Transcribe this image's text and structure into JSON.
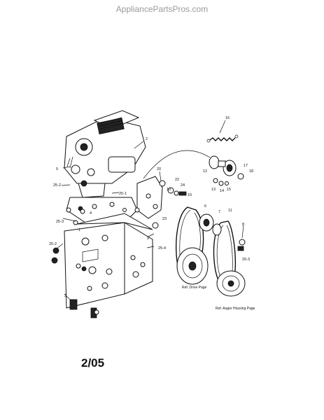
{
  "watermark": "AppliancePartsPros.com",
  "date_code": "2/05",
  "references": {
    "drive": "Ref. Drive Page",
    "auger": "Ref. Auger Housing Page"
  },
  "callouts": [
    "16",
    "2",
    "5",
    "20",
    "12",
    "17",
    "18",
    "22",
    "24",
    "13",
    "14",
    "15",
    "25-2",
    "19",
    "25-1",
    "10",
    "4",
    "6",
    "7",
    "11",
    "25-3",
    "1",
    "23",
    "8",
    "9",
    "20-3",
    "25-2",
    "25-4",
    "3"
  ],
  "icons": [
    "engine-icon",
    "belt-icon",
    "pulley-icon",
    "spring-icon",
    "bolt-icon",
    "bracket-icon",
    "frame-plate-icon"
  ]
}
